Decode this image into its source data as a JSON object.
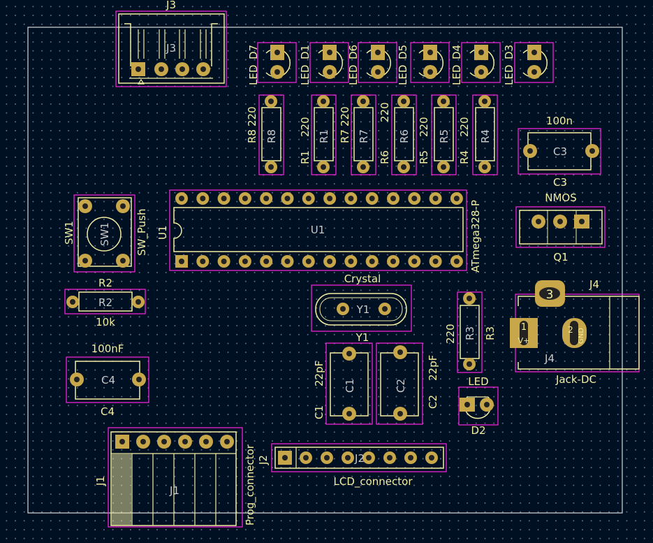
{
  "colors": {
    "background": "#001023",
    "edge": "#d8d8d8",
    "silk": "#f2eda1",
    "courtyard": "#ff26e2",
    "fab": "#c9c9c9",
    "pad": "#c8a64a"
  },
  "labels": {
    "j3_ref": "J3",
    "j3_fab": "J3",
    "d7_ref": "D7",
    "d7_val": "LED",
    "d1_ref": "D1",
    "d1_val": "LED",
    "d6_ref": "D6",
    "d6_val": "LED",
    "d5_ref": "D5",
    "d5_val": "LED",
    "d4_ref": "D4",
    "d4_val": "LED",
    "d3_ref": "D3",
    "d3_val": "LED",
    "r8_ref": "R8",
    "r8_val": "220",
    "r8_fab": "R8",
    "r1_ref": "R1",
    "r1_val": "220",
    "r1_fab": "R1",
    "r7_ref": "R7",
    "r7_val": "220",
    "r7_fab": "R7",
    "r6_ref": "R6",
    "r6_val": "220",
    "r6_fab": "R6",
    "r5_ref": "R5",
    "r5_val": "220",
    "r5_fab": "R5",
    "r4_ref": "R4",
    "r4_val": "220",
    "r4_fab": "R4",
    "c3_ref": "C3",
    "c3_val": "100n",
    "c3_fab": "C3",
    "q1_ref": "Q1",
    "q1_val": "NMOS",
    "sw1_ref": "SW1",
    "sw1_val": "SW_Push",
    "sw1_fab": "SW1",
    "u1_ref": "U1",
    "u1_val": "ATmega328-P",
    "u1_fab": "U1",
    "r2_ref": "R2",
    "r2_val": "10k",
    "r2_fab": "R2",
    "y1_ref": "Y1",
    "y1_val": "Crystal",
    "y1_fab": "Y1",
    "r3_ref": "R3",
    "r3_val": "220",
    "r3_fab": "R3",
    "j4_ref": "J4",
    "j4_val": "Jack-DC",
    "j4_fab": "J4",
    "j4_pin1": "1",
    "j4_pin1b": "V+",
    "j4_pin2": "2",
    "j4_pin2b": "GND",
    "j4_pin3": "3",
    "c4_ref": "C4",
    "c4_val": "100nF",
    "c4_fab": "C4",
    "c1_ref": "C1",
    "c1_val": "22pF",
    "c1_fab": "C1",
    "c2_ref": "C2",
    "c2_val": "22pF",
    "c2_fab": "C2",
    "d2_ref": "D2",
    "d2_val": "LED",
    "j1_ref": "J1",
    "j1_val": "Prog_connector",
    "j1_fab": "J1",
    "j2_ref": "J2",
    "j2_val": "LCD_connector",
    "j2_fab": "J2"
  }
}
